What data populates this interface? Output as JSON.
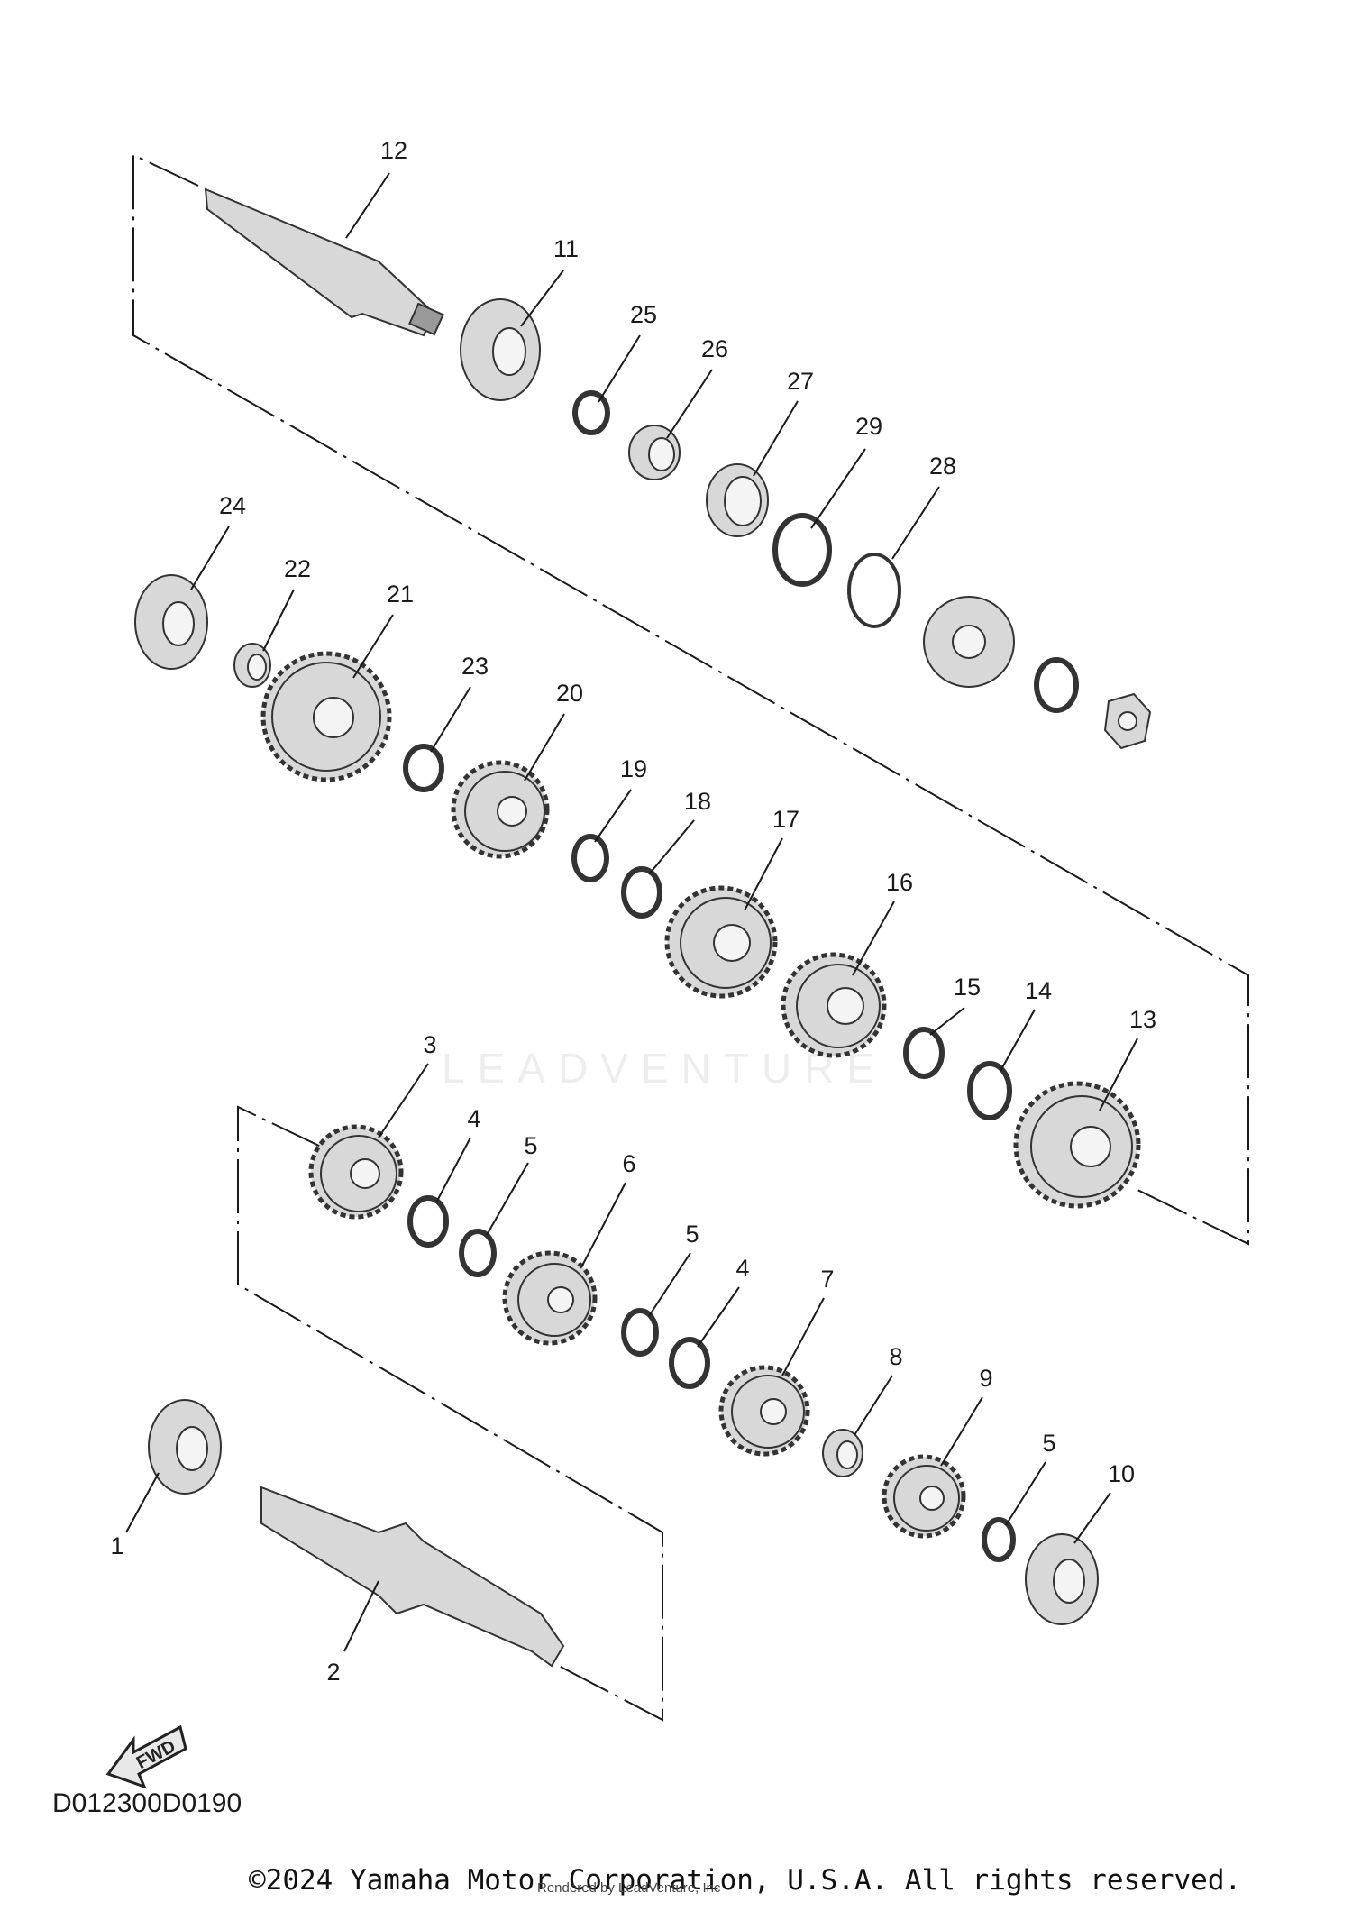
{
  "diagram": {
    "drawing_code": "D012300D0190",
    "copyright": "©2024 Yamaha Motor Corporation, U.S.A. All rights reserved.",
    "render_credit": "Rendered by LeadVenture, Inc",
    "watermark": "LEADVENTURE",
    "fwd_label": "FWD",
    "callouts": [
      "12",
      "11",
      "25",
      "26",
      "27",
      "29",
      "28",
      "24",
      "22",
      "21",
      "23",
      "20",
      "19",
      "18",
      "17",
      "16",
      "15",
      "14",
      "13",
      "3",
      "4",
      "5",
      "6",
      "5",
      "4",
      "7",
      "8",
      "9",
      "5",
      "10",
      "1",
      "2"
    ]
  }
}
